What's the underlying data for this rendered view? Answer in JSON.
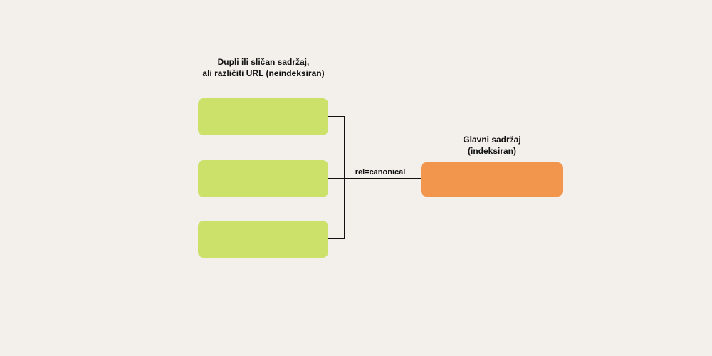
{
  "diagram": {
    "duplicates": {
      "title_lines": [
        "Dupli ili sličan sadržaj,",
        "ali različiti URL (neindeksiran)"
      ],
      "boxes": [
        {
          "color": "#cbe169"
        },
        {
          "color": "#cbe169"
        },
        {
          "color": "#cbe169"
        }
      ]
    },
    "main": {
      "title_lines": [
        "Glavni sadržaj",
        "(indeksiran)"
      ],
      "color": "#f2964e"
    },
    "connector": {
      "label": "rel=canonical",
      "color": "#111111"
    },
    "background": "#f3f0eb"
  }
}
